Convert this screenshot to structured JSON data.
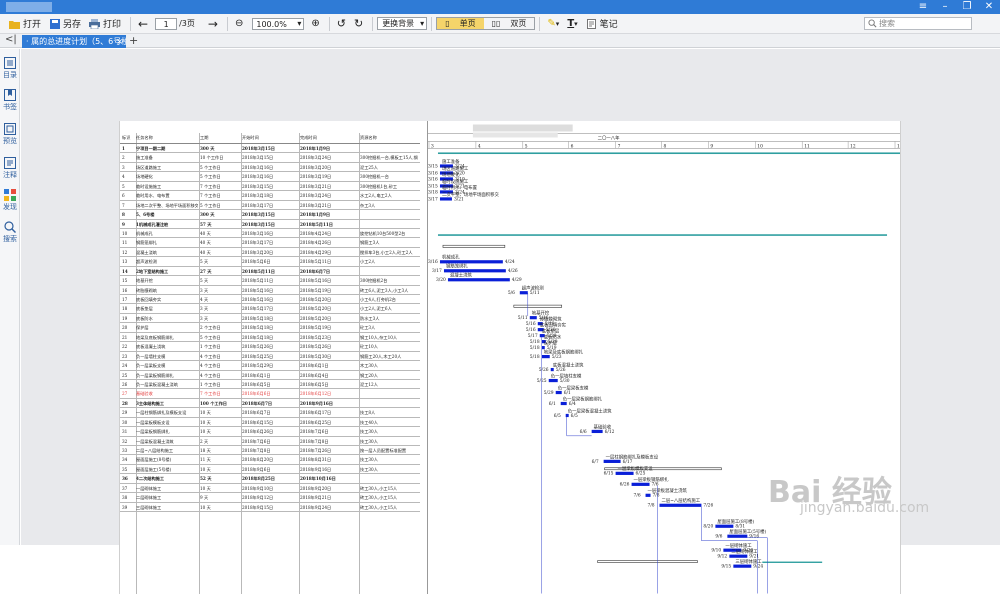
{
  "toolbar": {
    "open": "打开",
    "save_as": "另存",
    "print": "打印",
    "page_current": "1",
    "page_total": "/3页",
    "zoom": "100.0%",
    "background": "更换背景",
    "single_page": "单页",
    "double_page": "双页",
    "notes": "笔记",
    "search_placeholder": "搜索"
  },
  "tabs": {
    "active_label": "· 属的总进度计划（5、6号楼）",
    "close": "×",
    "add": "+"
  },
  "sidebar": {
    "items": [
      {
        "label": "目录"
      },
      {
        "label": "书签"
      },
      {
        "label": "预览"
      },
      {
        "label": "注释"
      },
      {
        "label": "发现"
      },
      {
        "label": "搜索"
      }
    ]
  },
  "colors": {
    "accent": "#2f7bd6",
    "bar": "#0a1fd8",
    "summary": "#2f9fa0"
  },
  "table": {
    "headers": [
      "标识",
      "任务名称",
      "工期",
      "开始时间",
      "完成时间",
      "资源名称"
    ],
    "rows": [
      [
        "1",
        "宁项目一期二期",
        "300 天",
        "2018年3月15日",
        "2018年1月9日",
        ""
      ],
      [
        "2",
        "施工准备",
        "10 个工作日",
        "2018年3月15日",
        "2018年3月24日",
        "300挖掘机一台,模板工15人,钢工20人"
      ],
      [
        "3",
        "场区道路施工",
        "5 个工作日",
        "2018年3月16日",
        "2018年3月20日",
        "泥工25人"
      ],
      [
        "4",
        "场地硬化",
        "5 个工作日",
        "2018年3月16日",
        "2018年3月19日",
        "300挖掘机一台"
      ],
      [
        "5",
        "临时设施施工",
        "7 个工作日",
        "2018年3月15日",
        "2018年3月21日",
        "300挖掘机1台,砂工"
      ],
      [
        "6",
        "临时用水、电布置",
        "7 个工作日",
        "2018年3月18日",
        "2018年3月24日",
        "水工2人,电工2人"
      ],
      [
        "7",
        "场地二次平整、场地平场面积移交",
        "5 个工作日",
        "2018年3月17日",
        "2018年3月21日",
        "杂工3人"
      ],
      [
        "8",
        "5、6号楼",
        "300 天",
        "2018年3月15日",
        "2018年1月9日",
        ""
      ],
      [
        "9",
        "1机械成孔灌注桩",
        "57 天",
        "2018年3月15日",
        "2018年5月11日",
        ""
      ],
      [
        "10",
        "机械成孔",
        "40 天",
        "2018年3月16日",
        "2018年4月24日",
        "旋挖钻机10台500型2台"
      ],
      [
        "11",
        "钢筋笼绑扎",
        "40 天",
        "2018年3月17日",
        "2018年4月26日",
        "钢筋工3人"
      ],
      [
        "12",
        "混凝土浇筑",
        "40 天",
        "2018年3月20日",
        "2018年4月29日",
        "搅拌车3台,小工2人,砼工2人"
      ],
      [
        "13",
        "超声波检测",
        "5 天",
        "2018年5月6日",
        "2018年5月11日",
        "小工2人"
      ],
      [
        "14",
        "2地下室结构施工",
        "27 天",
        "2018年5月11日",
        "2018年6月7日",
        ""
      ],
      [
        "15",
        "地基开挖",
        "5 天",
        "2018年5月11日",
        "2018年5月16日",
        "300挖掘机2台"
      ],
      [
        "16",
        "砖胎膜砌筑",
        "3 天",
        "2018年5月16日",
        "2018年5月19日",
        "砖工6人,泥工3人,小工3人"
      ],
      [
        "17",
        "底板回填夯实",
        "4 天",
        "2018年5月16日",
        "2018年5月20日",
        "小工4人,打夯机2台"
      ],
      [
        "18",
        "底板垫层",
        "3 天",
        "2018年5月17日",
        "2018年5月20日",
        "小工2人,泥工6人"
      ],
      [
        "19",
        "底板防水",
        "3 天",
        "2018年5月18日",
        "2018年5月20日",
        "防水工3人"
      ],
      [
        "20",
        "保护层",
        "2 个工作日",
        "2018年5月18日",
        "2018年5月19日",
        "砼工3人"
      ],
      [
        "21",
        "地梁及底板钢筋绑扎",
        "5 个工作日",
        "2018年5月18日",
        "2018年5月23日",
        "钢工10人,杂工10人"
      ],
      [
        "22",
        "底板混凝土浇筑",
        "1 个工作日",
        "2018年5月26日",
        "2018年5月26日",
        "砼工10人"
      ],
      [
        "23",
        "负一层墙柱支模",
        "4 个工作日",
        "2018年5月25日",
        "2018年5月30日",
        "钢筋工20人,木工20人"
      ],
      [
        "24",
        "负一层梁板支模",
        "4 个工作日",
        "2018年5月29日",
        "2018年6月1日",
        "木工30人"
      ],
      [
        "25",
        "负一层梁板钢筋绑扎",
        "4 个工作日",
        "2018年6月1日",
        "2018年6月4日",
        "钢工20人"
      ],
      [
        "26",
        "负一层梁板混凝土浇筑",
        "1 个工作日",
        "2018年6月5日",
        "2018年6月5日",
        "泥工12人"
      ],
      [
        "27",
        "基础验收",
        "7 个工作日",
        "2018年6月6日",
        "2018年6月12日",
        ""
      ],
      [
        "28",
        "3主体结构施工",
        "100 个工作日",
        "2018年6月7日",
        "2018年9月16日",
        ""
      ],
      [
        "29",
        "一层柱钢筋绑扎及模板支设",
        "10 天",
        "2018年6月7日",
        "2018年6月17日",
        "技工8人"
      ],
      [
        "30",
        "一层梁板模板支设",
        "10 天",
        "2018年6月15日",
        "2018年6月25日",
        "技工40人"
      ],
      [
        "31",
        "一层梁板钢筋绑扎",
        "10 天",
        "2018年6月26日",
        "2018年7月6日",
        "技工30人"
      ],
      [
        "32",
        "一层梁板混凝土浇筑",
        "2 天",
        "2018年7月6日",
        "2018年7月8日",
        "技工30人"
      ],
      [
        "33",
        "二层~八层结构施工",
        "18 天",
        "2018年7月8日",
        "2018年7月26日",
        "按一层人员配置标准配置"
      ],
      [
        "34",
        "屋面层施工(8号楼)",
        "11 天",
        "2018年8月20日",
        "2018年8月31日",
        "技工30人"
      ],
      [
        "35",
        "屋面层施工(5号楼)",
        "10 天",
        "2018年9月6日",
        "2018年9月16日",
        "技工30人"
      ],
      [
        "36",
        "4二次结构施工",
        "52 天",
        "2018年8月25日",
        "2018年10月16日",
        ""
      ],
      [
        "37",
        "一层砌体施工",
        "10 天",
        "2018年9月10日",
        "2018年9月20日",
        "砖工30人,小工15人"
      ],
      [
        "38",
        "二层砌体施工",
        "9 天",
        "2018年9月12日",
        "2018年9月21日",
        "砖工30人,小工15人"
      ],
      [
        "39",
        "三层砌体施工",
        "10 天",
        "2018年9月15日",
        "2018年9月24日",
        "砖工30人,小工15人"
      ]
    ]
  },
  "gantt": {
    "year_label": "二〇一八年",
    "months": [
      "3",
      "4",
      "5",
      "6",
      "7",
      "8",
      "9",
      "10",
      "11",
      "12",
      "1"
    ],
    "labels": [
      "施工准备",
      "3/15",
      "3/24",
      "场区道路施工",
      "3/16",
      "3/20",
      "场地硬化",
      "3/16",
      "3/19",
      "临时设施施工",
      "3/15",
      "3/21",
      "临时用水、电布置",
      "3/18",
      "3/24",
      "二次平整、场地平场面积移交",
      "3/17",
      "3/21",
      "机械成孔",
      "3/16",
      "4/24",
      "钢筋笼绑扎",
      "3/17",
      "4/26",
      "混凝土浇筑",
      "3/20",
      "4/29",
      "超声波检测",
      "5/6",
      "5/11",
      "地基开挖",
      "5/11",
      "5/16",
      "砖胎膜砌筑",
      "5/16",
      "5/19",
      "底板回填夯实",
      "5/16",
      "5/20",
      "底板垫层",
      "5/17",
      "5/20",
      "底板防水",
      "5/18",
      "5/20",
      "保护层",
      "5/18",
      "5/19",
      "地梁及底板钢筋绑扎",
      "5/18",
      "5/23",
      "底板混凝土浇筑",
      "5/26",
      "5/26",
      "负一层墙柱支模",
      "5/25",
      "5/30",
      "负一层梁板支模",
      "5/29",
      "6/1",
      "负一层梁板钢筋绑扎",
      "6/1",
      "6/4",
      "负一层梁板混凝土浇筑",
      "6/5",
      "6/5",
      "基础验收",
      "6/6",
      "6/12",
      "一层柱钢筋绑扎及模板支设",
      "6/7",
      "6/17",
      "一层梁板模板支设",
      "6/15",
      "6/25",
      "一层梁板钢筋绑扎",
      "6/26",
      "7/6",
      "一层梁板混凝土浇筑",
      "7/6",
      "7/8",
      "二层~八层结构施工",
      "7/8",
      "7/26",
      "屋面层施工(8号楼)",
      "8/20",
      "8/31",
      "屋面层施工(5号楼)",
      "9/6",
      "9/16",
      "一层砌体施工",
      "9/10",
      "9/20",
      "二层砌体施工",
      "9/12",
      "9/21",
      "三层砌体施工",
      "9/15",
      "9/24"
    ]
  },
  "watermark": {
    "main": "Bai 经验",
    "sub": "jingyan.baidu.com"
  }
}
